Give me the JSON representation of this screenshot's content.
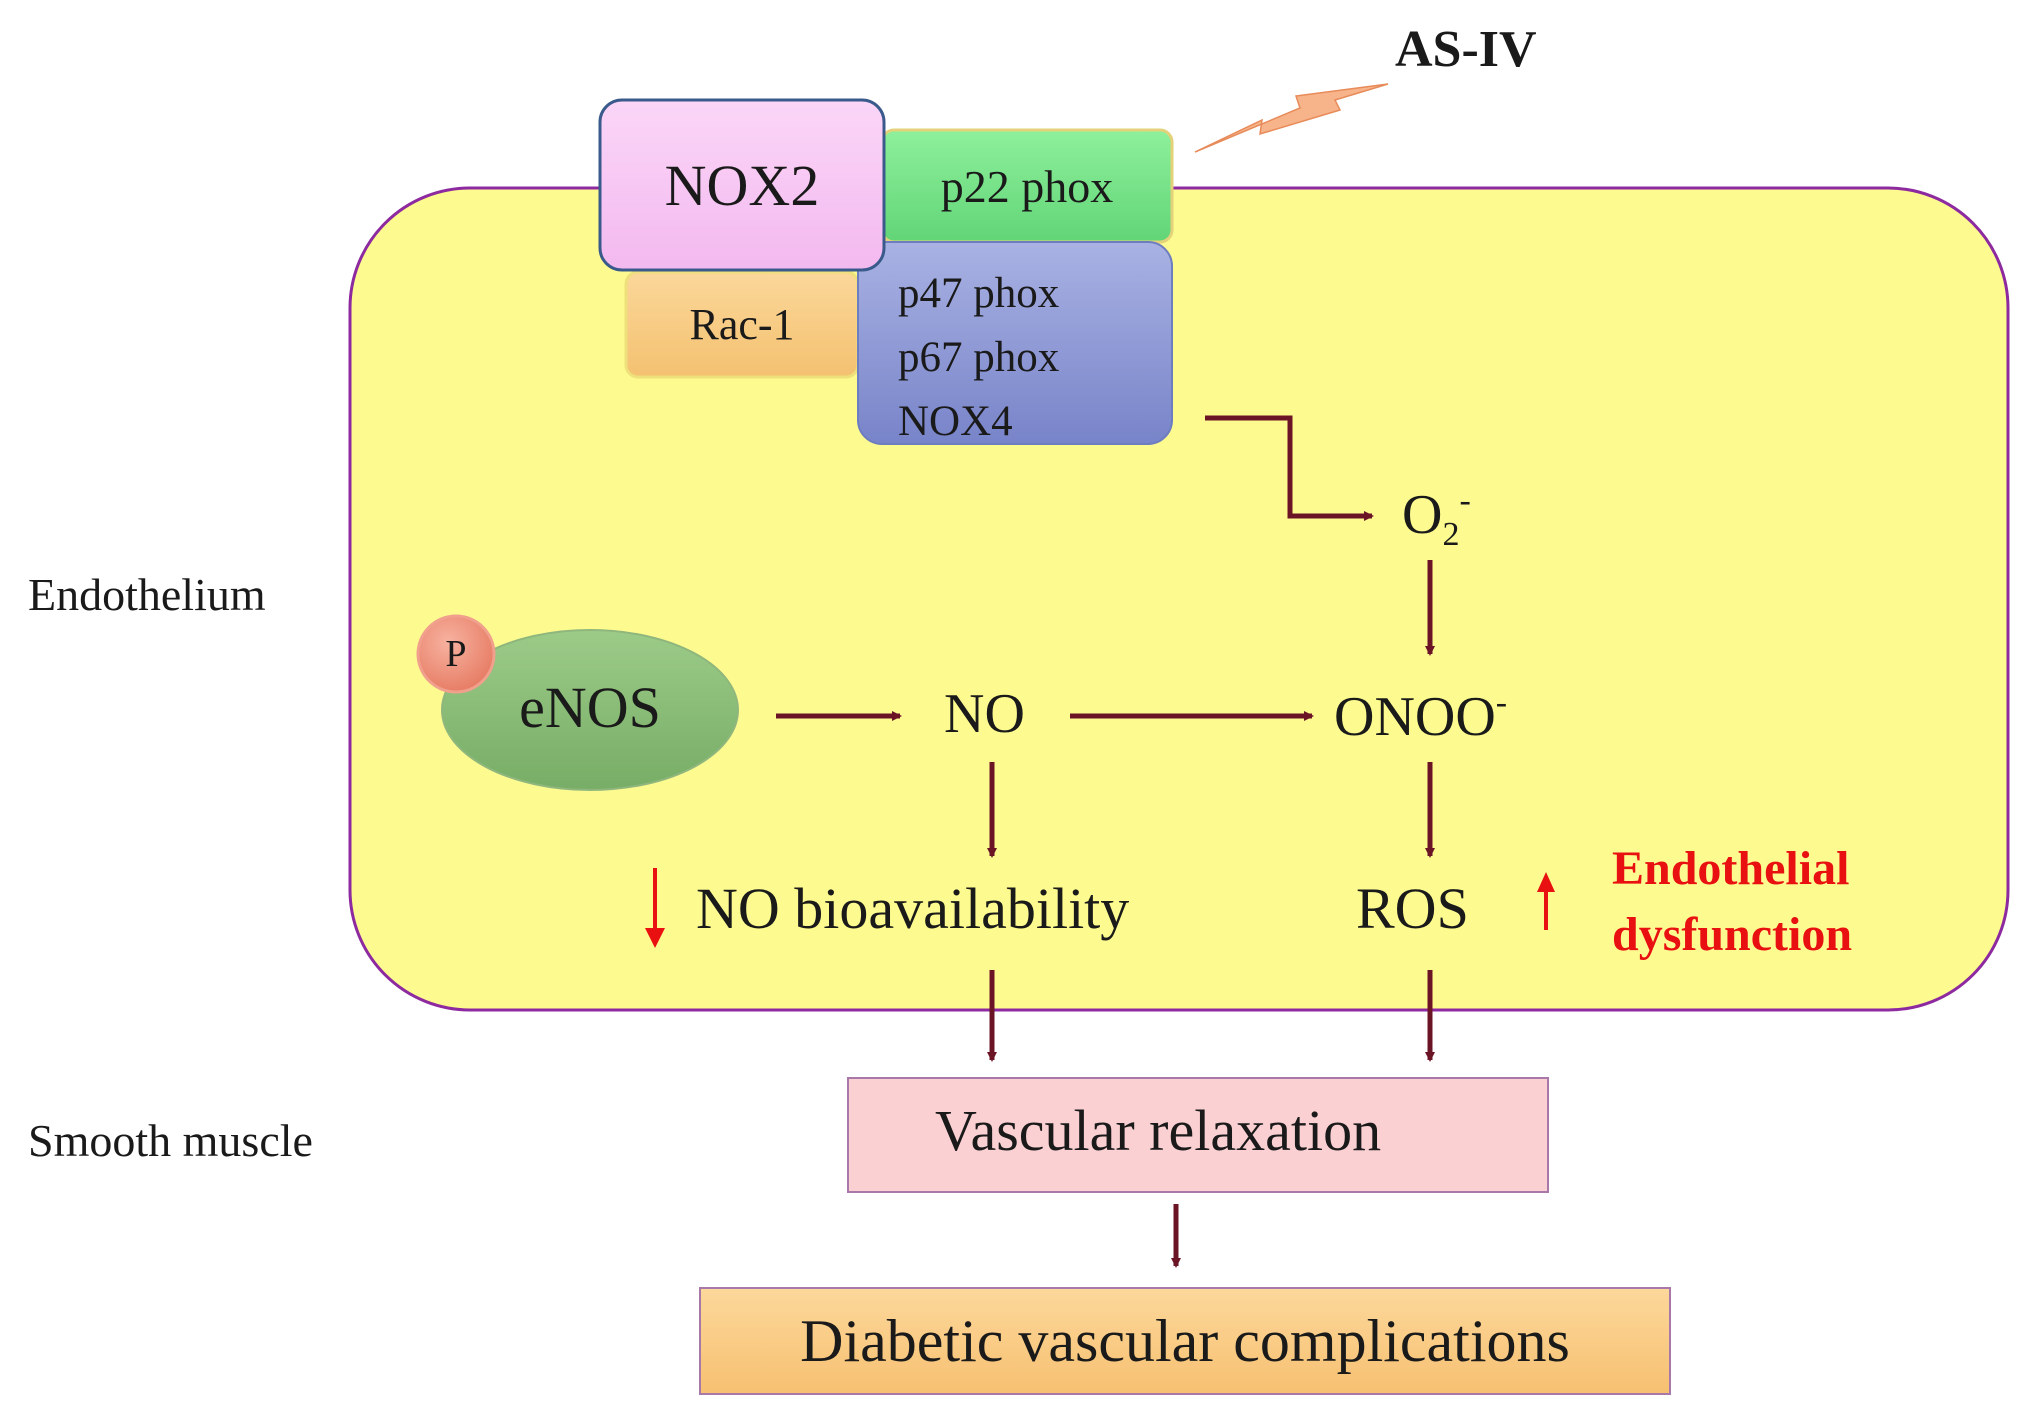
{
  "drug": {
    "label": "AS-IV"
  },
  "complex": {
    "nox2": "NOX2",
    "p22": "p22 phox",
    "rac1": "Rac-1",
    "subunits": [
      "p47 phox",
      "p67 phox",
      "NOX4"
    ]
  },
  "regions": {
    "endothelium": "Endothelium",
    "smooth_muscle": "Smooth muscle"
  },
  "nodes": {
    "phospho": "P",
    "enos": "eNOS",
    "no": "NO",
    "superoxide_base": "O",
    "superoxide_sub": "2",
    "superoxide_sup": "-",
    "peroxynitrite_base": "ONOO",
    "peroxynitrite_sup": "-",
    "no_bioavailability": "NO bioavailability",
    "ros": "ROS",
    "endothelial_dysfunction_line1": "Endothelial",
    "endothelial_dysfunction_line2": "dysfunction",
    "vascular_relaxation": "Vascular relaxation",
    "diabetic_complications": "Diabetic vascular complications"
  },
  "colors": {
    "cell_fill": "#fdfb8f",
    "cell_border": "#8e2aa0",
    "nox2_fill": "#f8c8f4",
    "p22_fill": "#78e38a",
    "rac1_fill": "#f8cd83",
    "subunit_fill": "#8c98d6",
    "enos_fill": "#8cbf7a",
    "phospho_fill": "#ef8a72",
    "arrow": "#6b1426",
    "red": "#e81010",
    "relaxation_fill": "#fbd0d2",
    "complications_fill": "#fbcf84",
    "bolt_fill": "#f7b48a"
  }
}
